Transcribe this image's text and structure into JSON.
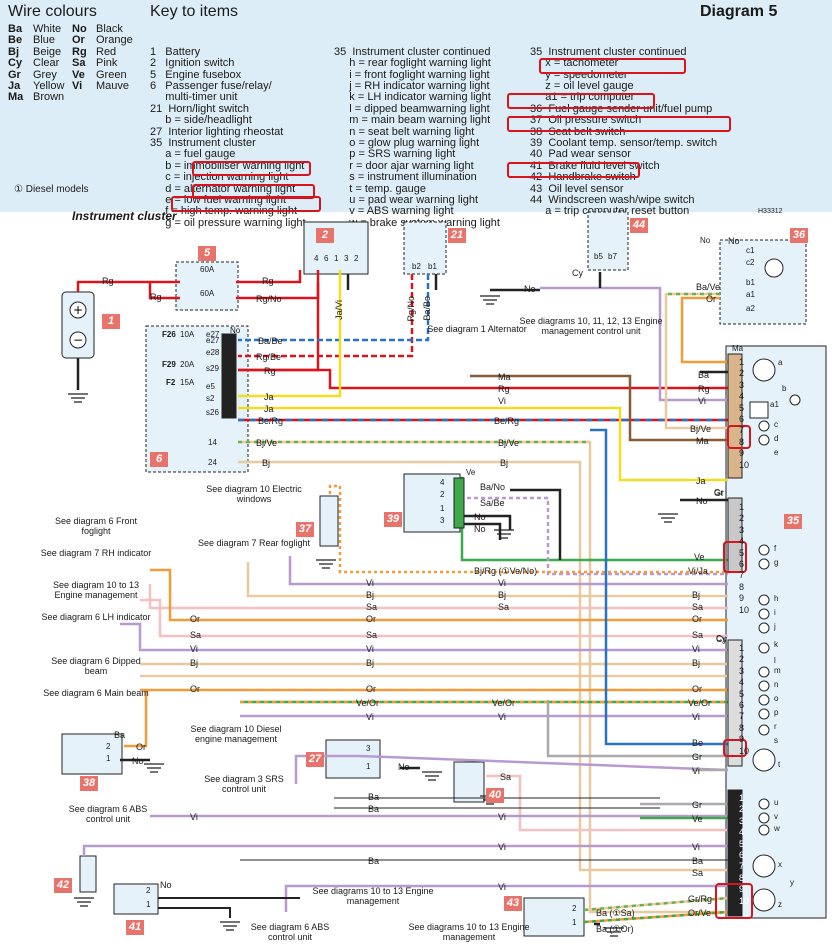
{
  "header": {
    "wire_colours_title": "Wire colours",
    "key_title": "Key to items",
    "diagram_title": "Diagram 5",
    "footnote": "① Diesel models",
    "section_title": "Instrument cluster",
    "ref": "H33312"
  },
  "wire_colours": {
    "codes_a": [
      "Ba",
      "Be",
      "Bj",
      "Cy",
      "Gr",
      "Ja",
      "Ma"
    ],
    "names_a": [
      "White",
      "Blue",
      "Beige",
      "Clear",
      "Grey",
      "Yellow",
      "Brown"
    ],
    "codes_b": [
      "No",
      "Or",
      "Rg",
      "Sa",
      "Ve",
      "Vi"
    ],
    "names_b": [
      "Black",
      "Orange",
      "Red",
      "Pink",
      "Green",
      "Mauve"
    ]
  },
  "key_col1": [
    "1   Battery",
    "2   Ignition switch",
    "5   Engine fusebox",
    "6   Passenger fuse/relay/",
    "     multi-timer unit",
    "21  Horn/light switch",
    "     b = side/headlight",
    "27  Interior lighting rheostat",
    "35  Instrument cluster",
    "     a = fuel gauge",
    "     b = immobiliser warning light",
    "     c = injection warning light",
    "     d = alternator warning light",
    "     e = low fuel warning light",
    "     f = high temp. warning light",
    "     g = oil pressure warning light"
  ],
  "key_col2": [
    "35  Instrument cluster continued",
    "     h = rear foglight warning light",
    "     i = front foglight warning light",
    "     j = RH indicator warning light",
    "     k = LH indicator warning light",
    "     l = dipped beamwarning light",
    "     m = main beam warning light",
    "     n = seat belt warning light",
    "     o = glow plug warning light",
    "     p = SRS warning light",
    "     r = door ajar warning light",
    "     s = instrument illumination",
    "     t = temp. gauge",
    "     u = pad wear warning light",
    "     v = ABS warning light",
    "     w = brake system warning light"
  ],
  "key_col3": [
    "35  Instrument cluster continued",
    "     x = tachometer",
    "     y = speedometer",
    "     z = oil level gauge",
    "     a1 = trip computer",
    "36  Fuel gauge sender unit/fuel pump",
    "37  Oil pressure switch",
    "38  Seat belt switch",
    "39  Coolant temp. sensor/temp. switch",
    "40  Pad wear sensor",
    "41  Brake fluid level switch",
    "42  Handbrake switch",
    "43  Oil level sensor",
    "44  Windscreen wash/wipe switch",
    "     a = trip computer reset button"
  ],
  "item_numbers": [
    "1",
    "5",
    "2",
    "21",
    "44",
    "36",
    "6",
    "37",
    "39",
    "35",
    "38",
    "27",
    "40",
    "42",
    "41",
    "43"
  ],
  "fuses": {
    "f26": "F26",
    "f26a": "10A",
    "f29": "F29",
    "f29a": "20A",
    "f2": "F2",
    "f2a": "15A",
    "f60a": "60A",
    "f60b": "60A"
  },
  "pins_6": [
    "e27",
    "e28",
    "s29",
    "e5",
    "s2",
    "s26",
    "No"
  ],
  "refs": {
    "alt": "See diagram 1 Alternator",
    "ecu": "See diagrams 10, 11, 12, 13 Engine management control unit",
    "ew": "See diagram 10 Electric windows",
    "rf": "See diagram 7 Rear foglight",
    "ff": "See diagram 6 Front foglight",
    "rh": "See diagram 7 RH indicator",
    "em": "See diagram 10 to 13 Engine management",
    "lh": "See diagram 6 LH indicator",
    "dip": "See diagram 6 Dipped beam",
    "main": "See diagram 6 Main beam",
    "diesel": "See diagram 10 Diesel engine management",
    "srs": "See diagram 3 SRS control unit",
    "abs": "See diagram 6 ABS control unit",
    "em2": "See diagrams 10 to 13 Engine management",
    "abs2": "See diagram 6 ABS control unit",
    "em3": "See diagrams 10 to 13 Engine management"
  },
  "wire_labels": [
    "Rg",
    "Rg",
    "Rg",
    "Rg/No",
    "Ja/Vi",
    "Rg/No",
    "Ba/Be",
    "No",
    "Ba/Ve",
    "Or",
    "Ba/Be",
    "Rg/Be",
    "Rg",
    "Ja",
    "Ja",
    "Ma",
    "Rg",
    "Vi",
    "Be/Rg",
    "Be/Rg",
    "Bj/Ve",
    "Bj/Ve",
    "Bj",
    "Bj",
    "Ba",
    "Rg",
    "Vi",
    "Bj/Ve",
    "Ma",
    "Ja",
    "No",
    "Ba/No",
    "Sa/Be",
    "No",
    "No",
    "Ve",
    "Vi/Ja",
    "Bj/Rg (①Ve/No)",
    "Vi",
    "Vi",
    "Bj",
    "Bj",
    "Bj",
    "Sa",
    "Sa",
    "Sa",
    "Or",
    "Or",
    "Or",
    "Sa",
    "Sa",
    "Sa",
    "Vi",
    "Vi",
    "Vi",
    "Bj",
    "Bj",
    "Bj",
    "Or",
    "Or",
    "Or",
    "Ve/Or",
    "Ve/Or",
    "Ve/Or",
    "Vi",
    "Vi",
    "Vi",
    "Be",
    "Gr",
    "Vi",
    "Or",
    "Ba",
    "No",
    "No",
    "Sa",
    "Ba",
    "Ba",
    "Gr",
    "Vi",
    "Vi",
    "Ve",
    "Vi",
    "Ba",
    "Ba",
    "Sa",
    "Vi",
    "Vi",
    "No",
    "Gr/Rg",
    "Or/Ve",
    "Ba (①Sa)",
    "Ba (①Or)",
    "Cy",
    "Cy",
    "Gr",
    "No",
    "b5",
    "b7",
    "b2",
    "b1",
    "c1",
    "c2",
    "b1",
    "a1",
    "a2",
    "e27"
  ],
  "cluster_blocks": {
    "block_a": {
      "title": "Ma",
      "pins": [
        "1",
        "2",
        "3",
        "4",
        "5",
        "6",
        "7",
        "8",
        "9",
        "10"
      ]
    },
    "block_b": {
      "title": "Gr",
      "pins": [
        "1",
        "2",
        "3",
        "4",
        "5",
        "6",
        "7",
        "8",
        "9",
        "10"
      ]
    },
    "block_c": {
      "title": "Cy",
      "pins": [
        "1",
        "2",
        "3",
        "4",
        "5",
        "6",
        "7",
        "8",
        "9",
        "10"
      ]
    },
    "block_d": {
      "title": "",
      "pins": [
        "1",
        "2",
        "3",
        "4",
        "5",
        "6",
        "7",
        "8",
        "9",
        "10"
      ]
    }
  },
  "component_letters": [
    "a",
    "b",
    "c",
    "d",
    "e",
    "f",
    "g",
    "h",
    "i",
    "j",
    "k",
    "l",
    "m",
    "n",
    "o",
    "p",
    "r",
    "s",
    "t",
    "u",
    "v",
    "w",
    "x",
    "y",
    "z",
    "a1"
  ],
  "connector_pins": {
    "c2": [
      "4",
      "6",
      "1",
      "3",
      "2"
    ],
    "c21": [
      "b2",
      "b1"
    ],
    "c44": [
      "b5",
      "b7"
    ],
    "c36": [
      "c1",
      "c2",
      "b1",
      "a1",
      "a2"
    ],
    "c39": [
      "4",
      "2",
      "1",
      "3"
    ],
    "c38": [
      "2",
      "1"
    ],
    "c27": [
      "3",
      "1"
    ],
    "c41": [
      "2",
      "1"
    ],
    "c43": [
      "2",
      "1"
    ],
    "cnum": [
      "14",
      "24"
    ],
    "c36top": "No",
    "c39top": "Ve"
  },
  "colors": {
    "key_bg": "#dcedf7",
    "panel_bg": "#e6f2fa",
    "highlight": "#d8141c",
    "badge": "#e8736b"
  }
}
